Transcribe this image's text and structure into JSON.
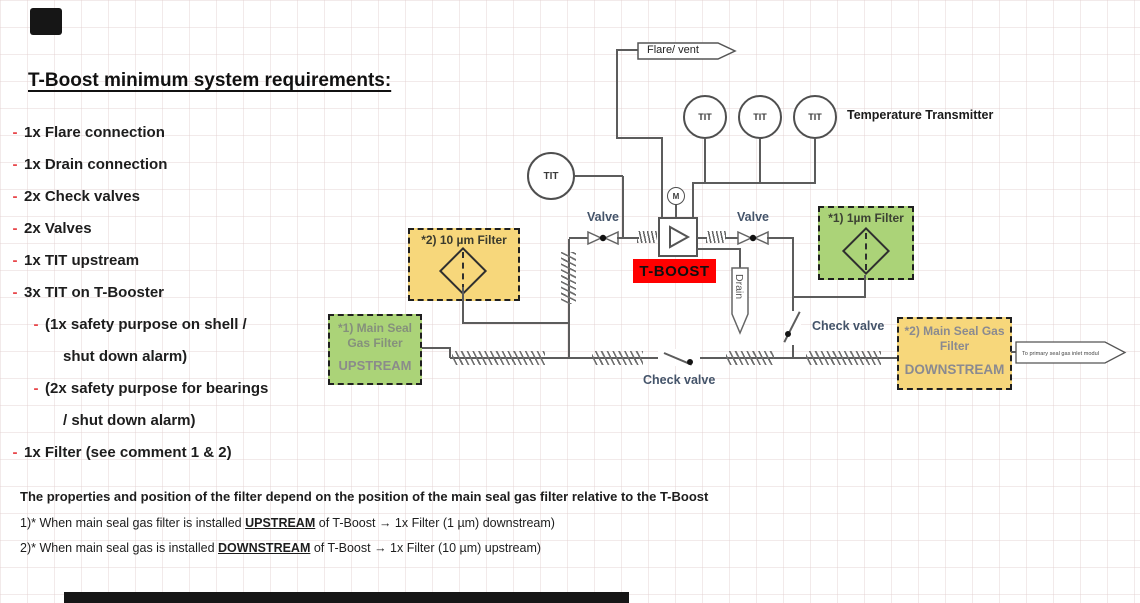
{
  "page": {
    "title": "T-Boost minimum system requirements:"
  },
  "req": {
    "bullet": "-",
    "items": [
      {
        "text": "1x Flare connection"
      },
      {
        "text": "1x Drain connection"
      },
      {
        "text": "2x Check valves"
      },
      {
        "text": "2x Valves"
      },
      {
        "text": "1x TIT upstream"
      },
      {
        "text": "3x TIT on T-Booster"
      },
      {
        "text": "(1x safety purpose on shell /"
      },
      {
        "text": "shut down alarm)"
      },
      {
        "text": "(2x safety purpose for bearings"
      },
      {
        "text": "/ shut down alarm)"
      },
      {
        "text": "1x Filter (see comment 1 & 2)"
      }
    ]
  },
  "notes": {
    "heading": "The properties and position of the filter depend on the position of the main seal gas filter relative to the T-Boost",
    "n1_pre": "1)* When main seal gas filter is installed ",
    "n1_em": "UPSTREAM",
    "n1_post": " of T-Boost → 1x Filter (1 µm) downstream)",
    "n2_pre": "2)* When main seal gas is installed ",
    "n2_em": "DOWNSTREAM",
    "n2_post": " of T-Boost → 1x Filter (10 µm) upstream)"
  },
  "diagram": {
    "flare_flag": "Flare/ vent",
    "drain_flag": "Drain",
    "outlet_flag": "To primary seal gas inlet modul",
    "tit": "TIT",
    "motor": "M",
    "t_boost": "T-BOOST",
    "valve": "Valve",
    "check_valve": "Check valve",
    "temperature_transmitter": "Temperature Transmitter",
    "filter_10um": {
      "label": "*2) 10 µm Filter"
    },
    "filter_1um": {
      "label": "*1) 1µm Filter"
    },
    "msgf_upstream": {
      "l1": "*1) Main Seal",
      "l2": "Gas Filter",
      "l3": "UPSTREAM"
    },
    "msgf_downstream": {
      "l1": "*2) Main Seal Gas",
      "l2": "Filter",
      "l3": "DOWNSTREAM"
    }
  },
  "colors": {
    "accent_red": "#ff0000",
    "filter_green": "#abd378",
    "filter_yellow": "#f7d77b",
    "label_blue": "#44546a",
    "bullet_red": "#e8474b",
    "line_gray": "#5c5c5c"
  }
}
